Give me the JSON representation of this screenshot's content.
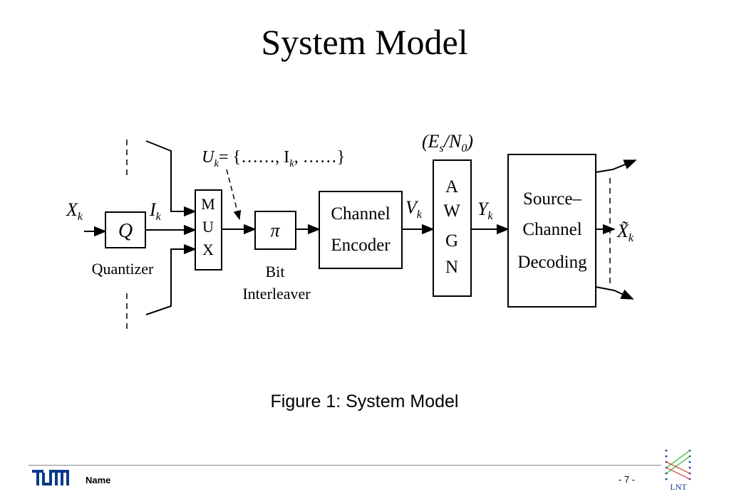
{
  "slide": {
    "title": "System Model",
    "caption": "Figure 1: System Model"
  },
  "diagram": {
    "input_label": "X",
    "input_subscript": "k",
    "quantizer_symbol": "Q",
    "quantizer_label": "Quantizer",
    "index_label": "I",
    "index_subscript": "k",
    "mux_letters": [
      "M",
      "U",
      "X"
    ],
    "set_label": "U",
    "set_subscript": "k",
    "set_def_prefix": "= {……, I",
    "set_def_subscript": "k",
    "set_def_suffix": ", ……}",
    "interleaver_symbol": "π",
    "interleaver_label_line1": "Bit",
    "interleaver_label_line2": "Interleaver",
    "encoder_line1": "Channel",
    "encoder_line2": "Encoder",
    "codeword_label": "V",
    "codeword_subscript": "k",
    "snr_label": "(E",
    "snr_sub1": "s",
    "snr_mid": "/N",
    "snr_sub2": "0",
    "snr_close": ")",
    "awgn_letters": [
      "A",
      "W",
      "G",
      "N"
    ],
    "received_label": "Y",
    "received_subscript": "k",
    "decoder_line1": "Source–",
    "decoder_line2": "Channel",
    "decoder_line3": "Decoding",
    "output_label": "X̃",
    "output_subscript": "k"
  },
  "footer": {
    "logo_text": "TUM",
    "name": "Name",
    "page": "- 7 -",
    "lnt_logo_text": "LNT"
  },
  "colors": {
    "lnt_green": "#2eb82e",
    "lnt_red": "#e03030",
    "lnt_blue": "#1a3c9c",
    "tum_blue": "#0a3a8c"
  }
}
